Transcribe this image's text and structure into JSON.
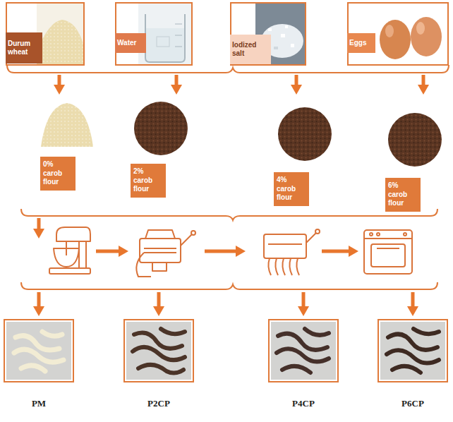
{
  "diagram": {
    "nodes": [
      {
        "text": [
          "Durum wheat"
        ]
      },
      {
        "text": [
          "Water"
        ]
      },
      {
        "text": [
          "Iodized salt"
        ]
      },
      {
        "text": [
          "Eggs"
        ]
      },
      {
        "text": [
          "0% carob flour"
        ]
      },
      {
        "text": [
          "2% carob flour"
        ]
      },
      {
        "text": [
          "4% carob flour"
        ]
      },
      {
        "text": [
          "6% carob flour"
        ]
      },
      {
        "text": [
          "PM"
        ]
      },
      {
        "text": [
          "P2CP"
        ]
      },
      {
        "text": [
          "P4CP"
        ]
      },
      {
        "text": [
          "P6CP"
        ]
      }
    ]
  }
}
